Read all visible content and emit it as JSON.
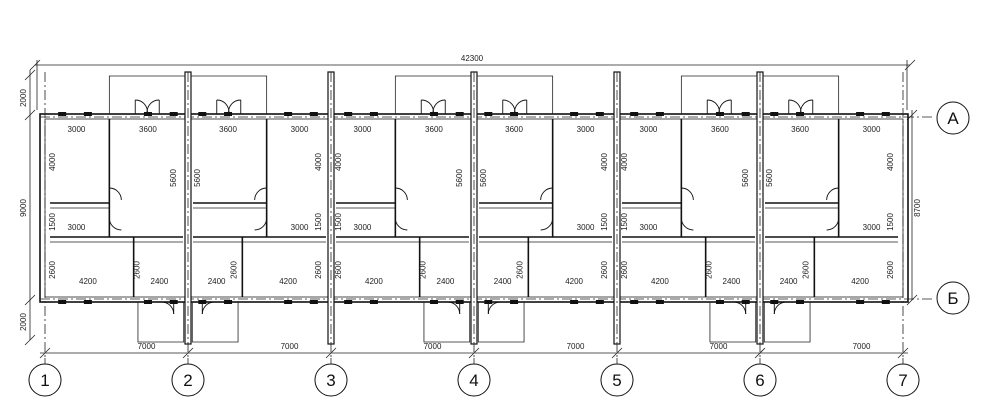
{
  "overall_length": "42300",
  "overall_height_left": "9000",
  "overall_height_right": "8700",
  "side_offset_top": "2000",
  "side_offset_bottom": "2000",
  "module_width": "7000",
  "axes_numeric": [
    "1",
    "2",
    "3",
    "4",
    "5",
    "6",
    "7"
  ],
  "axes_letter": [
    "А",
    "Б"
  ],
  "top_room_dims": {
    "left_room": "3000",
    "center_room": "3600"
  },
  "vertical_dims": {
    "top_room": "4000",
    "middle_room": "1500",
    "hall": "5600",
    "bottom_room": "2600"
  },
  "middle_room_width": "3000",
  "bottom_room_dims": {
    "large": "4200",
    "small": "2400"
  }
}
